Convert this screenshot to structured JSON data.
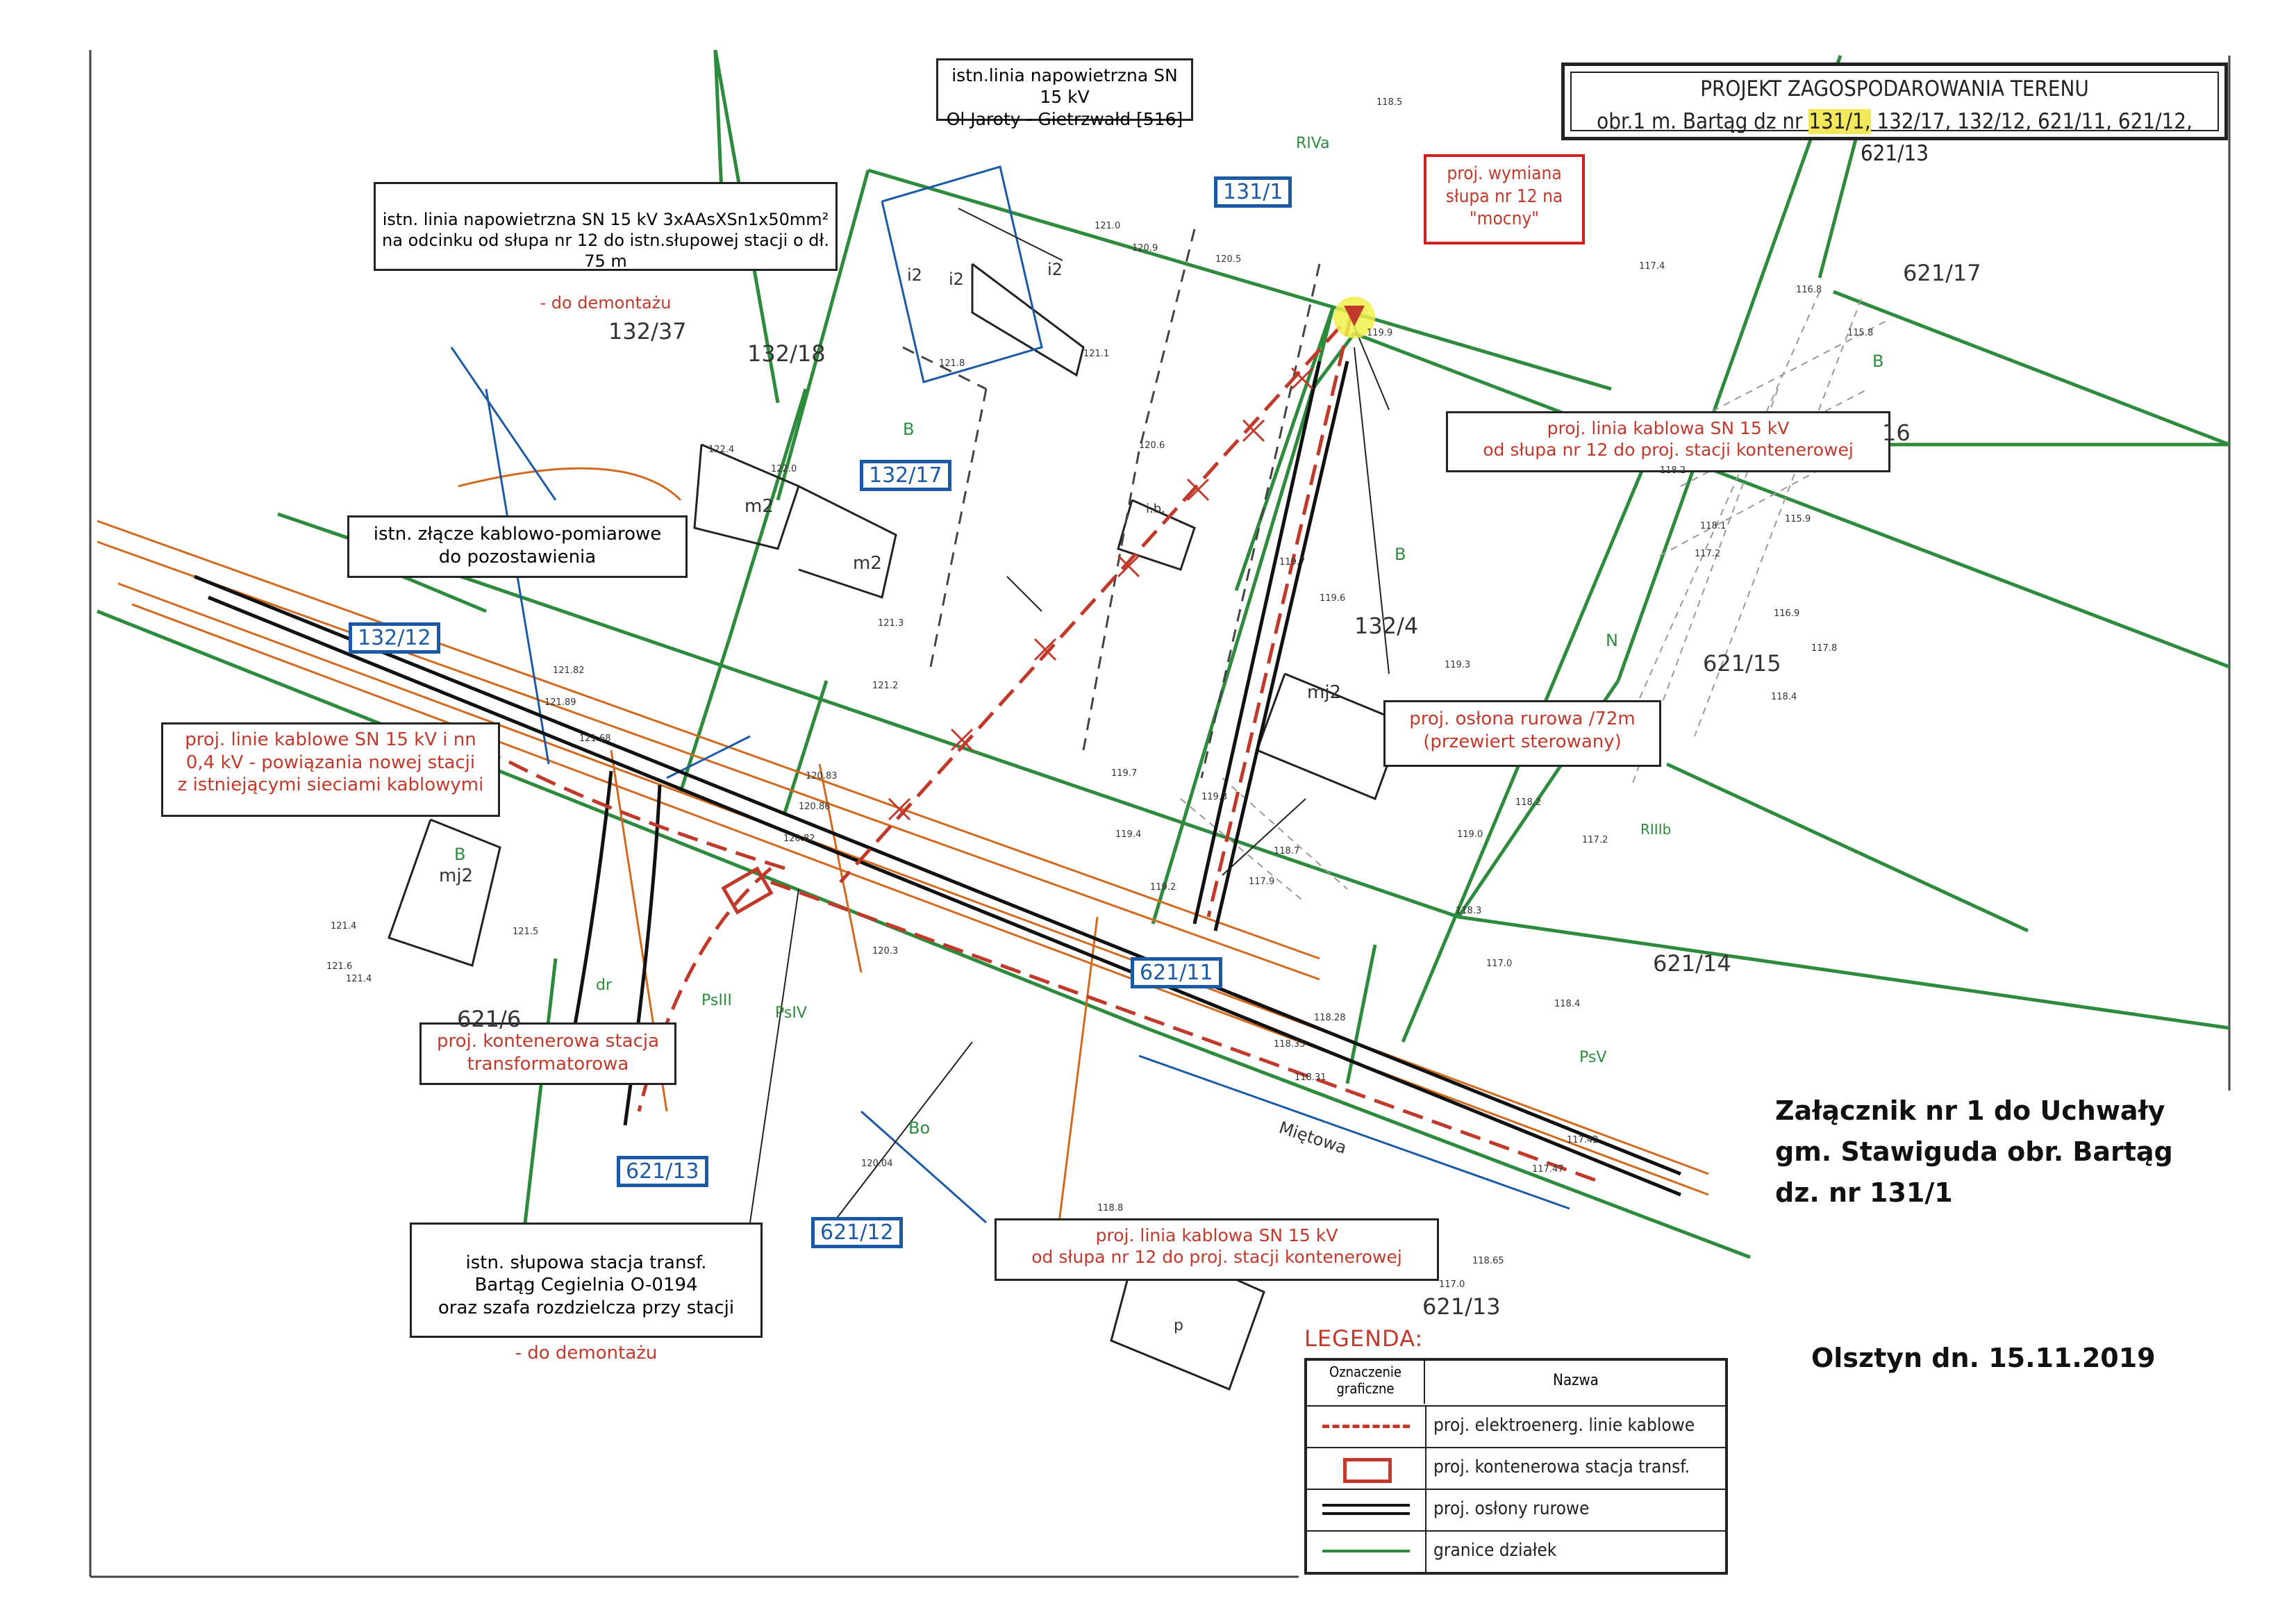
{
  "title": {
    "line1": "PROJEKT ZAGOSPODAROWANIA TERENU",
    "line2_prefix": "obr.1 m. Bartąg dz nr",
    "highlight_parcel": "131/1,",
    "line2_rest": "132/17, 132/12, 621/11, 621/12, 621/13"
  },
  "callouts": {
    "overhead_line_top": "istn.linia napowietrzna SN 15 kV\nOl Jaroty - Gietrzwałd [516]",
    "overhead_line_dismantle_main": "istn. linia napowietrzna SN 15 kV 3xAAsXSn1x50mm²\nna odcinku od słupa nr 12 do istn.słupowej stacji o dł. 75 m",
    "overhead_line_dismantle_red": "- do demontażu",
    "pole_replacement": "proj.\nwymiana słupa nr 12\nna \"mocny\"",
    "cable_line_upper": "proj. linia kablowa SN 15 kV\nod słupa nr 12 do proj. stacji kontenerowej",
    "metering_joint": "istn. złącze kablowo-pomiarowe\ndo pozostawienia",
    "cable_lines_links": "proj. linie kablowe SN 15 kV i nn\n0,4 kV - powiązania nowej stacji\nz istniejącymi sieciami kablowymi",
    "pipe_sleeve": "proj. osłona rurowa /72m\n(przewiert sterowany)",
    "container_station": "proj. kontenerowa stacja\ntransformatorowa",
    "pole_station_main": "istn. słupowa stacja transf.\nBartąg Cegielnia O-0194\noraz szafa rozdzielcza przy stacji",
    "pole_station_red": "- do demontażu",
    "cable_line_lower": "proj. linia kablowa SN 15 kV\nod słupa nr 12 do proj. stacji kontenerowej"
  },
  "parcel_boxes": [
    "131/1",
    "132/17",
    "132/12",
    "621/11",
    "621/13",
    "621/12"
  ],
  "parcel_labels": [
    "132/37",
    "132/18",
    "621/17",
    "132/4",
    "621/15",
    "621/14",
    "621/6",
    "621/13",
    "16"
  ],
  "misc_labels": {
    "street": "Miętowa",
    "rivb": "RIVa",
    "b1": "B",
    "b2": "B",
    "b3": "B",
    "b4": "B",
    "n": "N",
    "psiii": "PsIII",
    "psiv": "PsIV",
    "psiv2": "PsV",
    "bo": "Bo",
    "dr": "dr",
    "rivb2": "RIIIb",
    "mj2a": "mj2",
    "mj2b": "mj2",
    "m2a": "m2",
    "m2b": "m2",
    "i2a": "i2",
    "i2b": "i2",
    "i2c": "i2",
    "ib": "i.b.",
    "p": "p"
  },
  "elevations": [
    "118.5",
    "121.0",
    "120.9",
    "120.5",
    "121.8",
    "121.1",
    "120.6",
    "119.9",
    "117.4",
    "116.8",
    "115.8",
    "122.4",
    "122.0",
    "119.7",
    "119.6",
    "119.3",
    "118.2",
    "118.1",
    "117.2",
    "116.9",
    "115.9",
    "115.2",
    "117.8",
    "118.4",
    "121.3",
    "121.2",
    "120.83",
    "120.86",
    "120.82",
    "119.7",
    "119.3",
    "119.0",
    "118.2",
    "117.2",
    "118.3",
    "117.0",
    "118.4",
    "121.4",
    "121.6",
    "121.4",
    "121.5",
    "120.3",
    "120.04",
    "118.8",
    "118.65",
    "117.0",
    "117.42",
    "117.47",
    "118.28",
    "118.35",
    "118.31",
    "121.82",
    "121.89",
    "121.68",
    "119.4",
    "119.2",
    "117.9",
    "118.7"
  ],
  "annotations": {
    "attachment_line1": "Załącznik nr 1 do Uchwały",
    "attachment_line2": "gm. Stawiguda obr. Bartąg",
    "attachment_line3": "dz. nr 131/1",
    "city_date": "Olsztyn dn. 15.11.2019"
  },
  "legend": {
    "title": "LEGENDA:",
    "col_symbol": "Oznaczenie\ngraficzne",
    "col_name": "Nazwa",
    "rows": [
      "proj. elektroenerg. linie kablowe",
      "proj. kontenerowa stacja transf.",
      "proj. osłony rurowe",
      "granice działek"
    ]
  },
  "colors": {
    "parcel_border": "#2e8b3e",
    "cable_red": "#c0392b",
    "pipe_black": "#111111",
    "orange_network": "#d2691e",
    "blue_utility": "#1b5aa6",
    "highlight": "#f2e85a"
  }
}
